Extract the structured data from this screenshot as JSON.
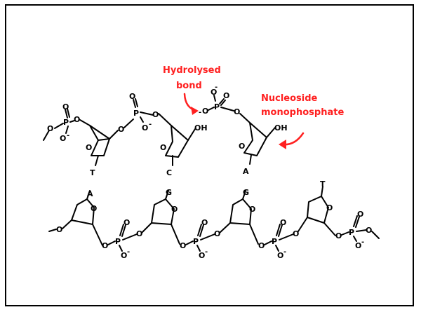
{
  "annotations": {
    "hydrolysed_line1": "Hydrolysed",
    "hydrolysed_line2": "bond",
    "nucleoside_line1": "Nucleoside",
    "nucleoside_line2": "monophosphate"
  },
  "atoms": {
    "oxygen": "O",
    "phosphorus": "P",
    "hydroxyl": "OH",
    "negative": "-"
  },
  "top_strand_bases": [
    "T",
    "C",
    "A"
  ],
  "bottom_strand_bases": [
    "A",
    "G",
    "G",
    "T"
  ],
  "colors": {
    "annotation": "#ff2020",
    "structure": "#000000",
    "frame": "#000000"
  }
}
